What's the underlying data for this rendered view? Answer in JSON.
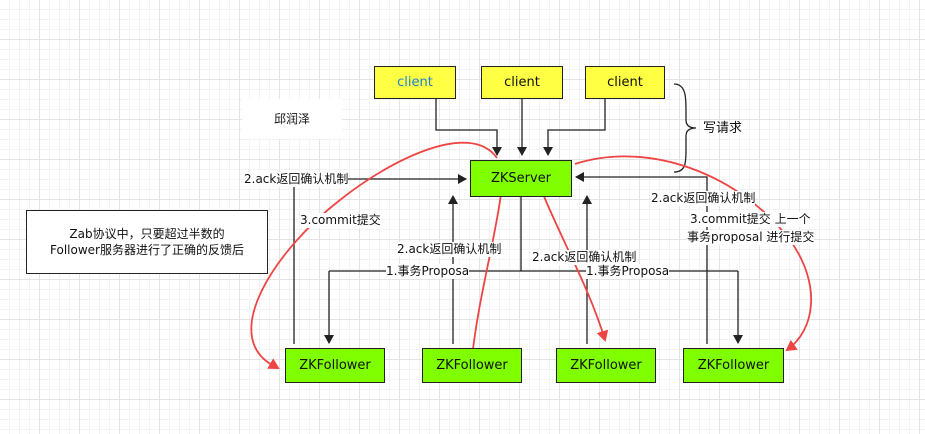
{
  "clients": [
    "client",
    "client",
    "client"
  ],
  "server": "ZKServer",
  "followers": [
    "ZKFollower",
    "ZKFollower",
    "ZKFollower",
    "ZKFollower"
  ],
  "author": "邱润泽",
  "write_request": "写请求",
  "note": "Zab协议中，只要超过半数的Follower服务器进行了正确的反馈后",
  "labels": {
    "ack_left": "2.ack返回确认机制",
    "commit_left": "3.commit提交",
    "ack_mid1": "2.ack返回确认机制",
    "ack_mid2": "2.ack返回确认机制",
    "proposal_left": "1.事务Proposa",
    "proposal_right": "1.事务Proposa",
    "ack_right": "2.ack返回确认机制",
    "commit_right_line1": "3.commit提交 上一个",
    "commit_right_line2": "事务proposal 进行提交"
  },
  "colors": {
    "client_fill": "#ffff44",
    "node_fill": "#7fff00",
    "red_arrow": "#ee4444",
    "line": "#222222"
  }
}
